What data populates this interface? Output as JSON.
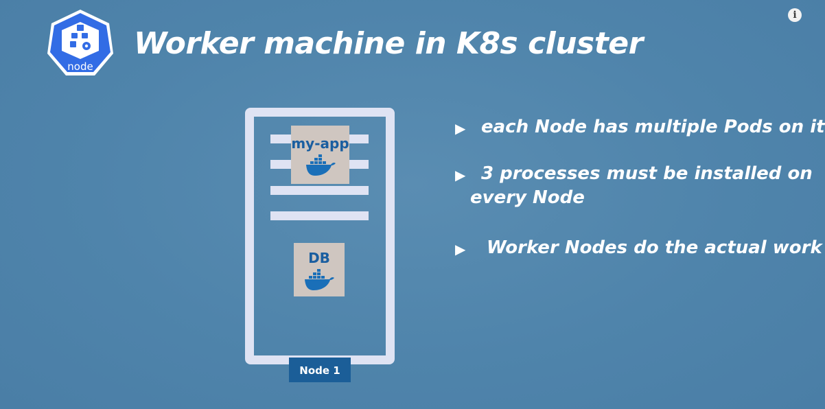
{
  "header": {
    "title": "Worker machine in K8s cluster",
    "logo_label": "node",
    "logo_icon": "kubernetes-node-icon"
  },
  "controls": {
    "info_label": "i",
    "info_icon": "info-icon"
  },
  "diagram": {
    "containers": [
      {
        "label": "my-app",
        "icon": "docker-whale-icon"
      },
      {
        "label": "DB",
        "icon": "docker-whale-icon"
      }
    ],
    "node_label": "Node 1"
  },
  "bullets": [
    {
      "arrow": "▶",
      "line1": "each Node has multiple Pods on it"
    },
    {
      "arrow": "▶",
      "line1": "3 processes must be installed on",
      "line2": "every Node"
    },
    {
      "arrow": "▶",
      "line1": "Worker Nodes do the actual work"
    }
  ],
  "colors": {
    "background": "#4f84ab",
    "node_frame": "#dfe3f3",
    "container_bg": "#cfc6c0",
    "container_text": "#1a5ea0",
    "node_label_bg": "#1b5e98",
    "logo_blue": "#326ce5"
  }
}
